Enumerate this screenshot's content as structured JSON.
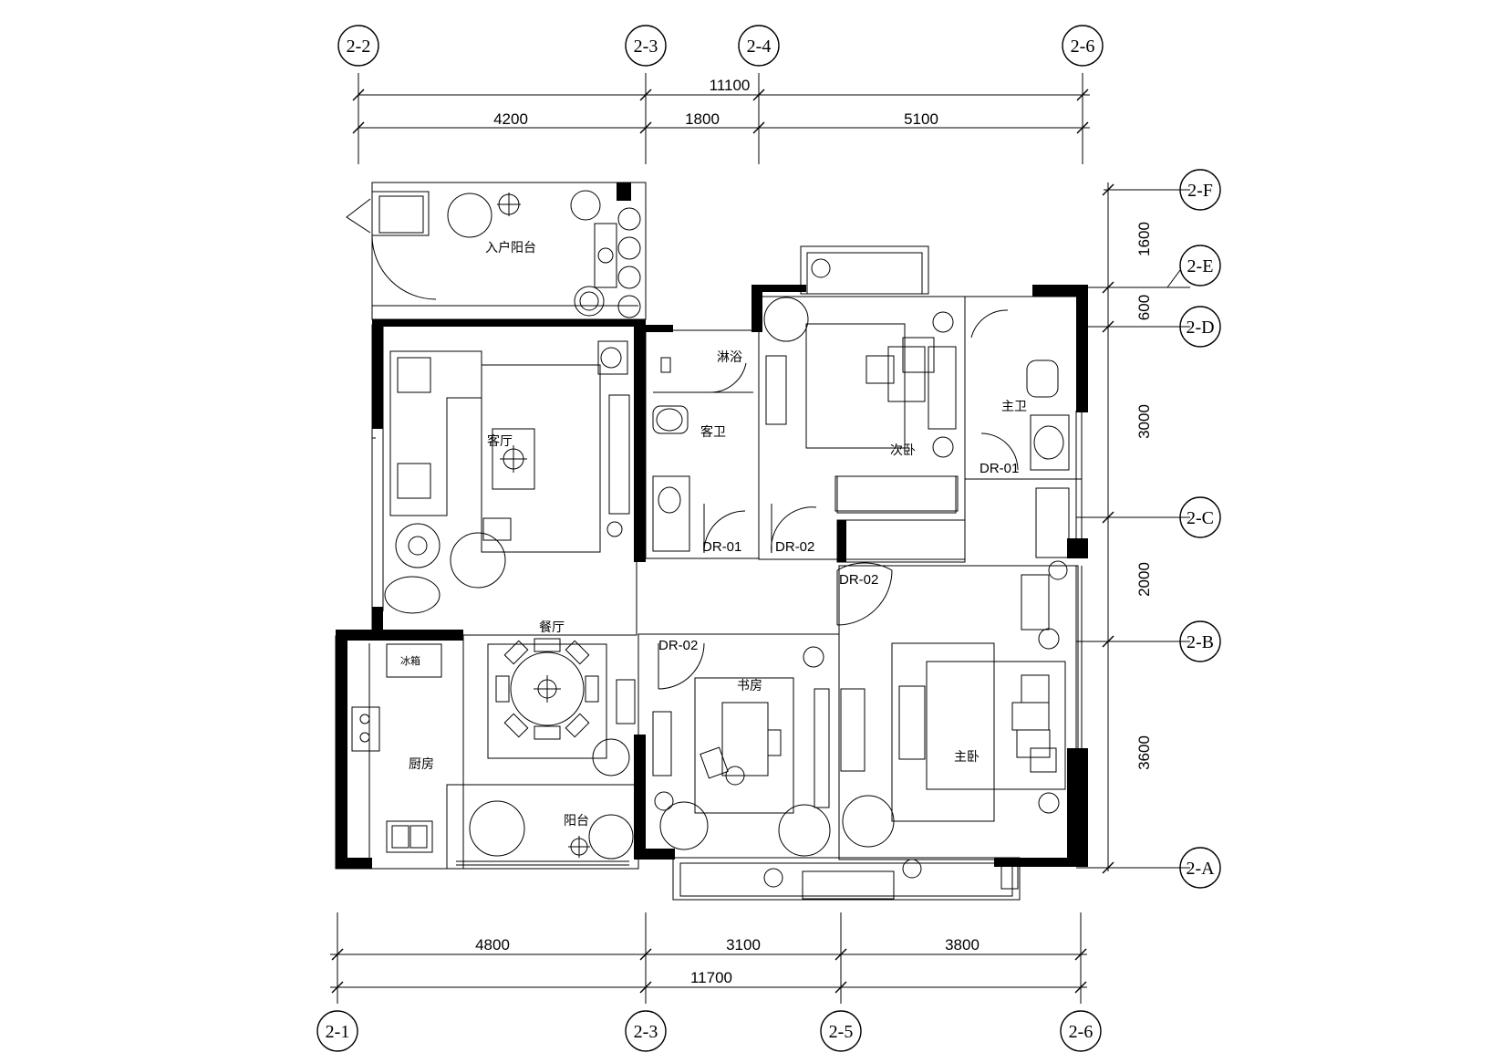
{
  "top_dims": {
    "total": "11100",
    "seg1": "4200",
    "seg2": "1800",
    "seg3": "5100"
  },
  "bottom_dims": {
    "total": "11700",
    "seg1": "4800",
    "seg2": "3100",
    "seg3": "3800"
  },
  "right_dims": {
    "seg1": "1600",
    "seg2": "600",
    "seg3": "3000",
    "seg4": "2000",
    "seg5": "3600"
  },
  "axes_top": [
    "2-2",
    "2-3",
    "2-4",
    "2-6"
  ],
  "axes_bottom": [
    "2-1",
    "2-3",
    "2-5",
    "2-6"
  ],
  "axes_right": [
    "2-F",
    "2-E",
    "2-D",
    "2-C",
    "2-B",
    "2-A"
  ],
  "rooms": {
    "entry_balcony": "入户阳台",
    "living_room": "客厅",
    "dining_room": "餐厅",
    "kitchen": "厨房",
    "fridge": "冰箱",
    "balcony": "阳台",
    "guest_bath": "客卫",
    "shower": "淋浴",
    "second_bedroom": "次卧",
    "master_bath": "主卫",
    "study": "书房",
    "master_bedroom": "主卧"
  },
  "door_tags": {
    "dr01_guest": "DR-01",
    "dr02_second": "DR-02",
    "dr01_master": "DR-01",
    "dr02_hall": "DR-02",
    "dr02_study": "DR-02"
  }
}
